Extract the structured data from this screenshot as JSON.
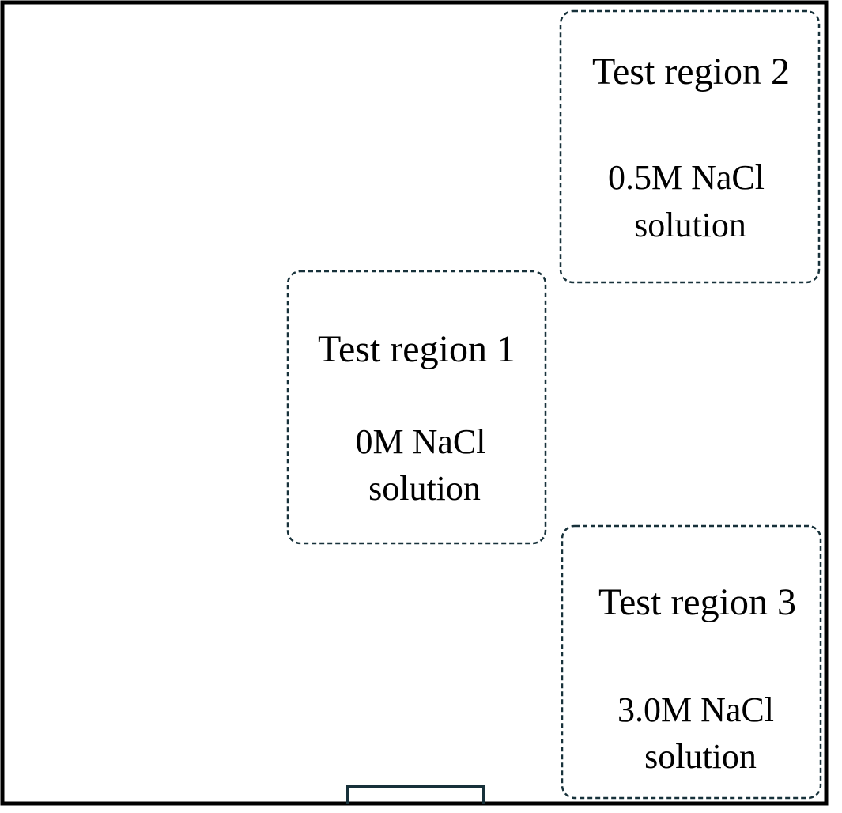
{
  "colors": {
    "wall": "#000000",
    "region_border": "#17313a",
    "door": "#17313a",
    "background": "#ffffff",
    "text": "#000000"
  },
  "regions": [
    {
      "title": "Test region 1",
      "line1": "0M NaCl",
      "line2": "solution"
    },
    {
      "title": "Test region 2",
      "line1": "0.5M NaCl",
      "line2": "solution"
    },
    {
      "title": "Test region 3",
      "line1": "3.0M NaCl",
      "line2": "solution"
    }
  ]
}
